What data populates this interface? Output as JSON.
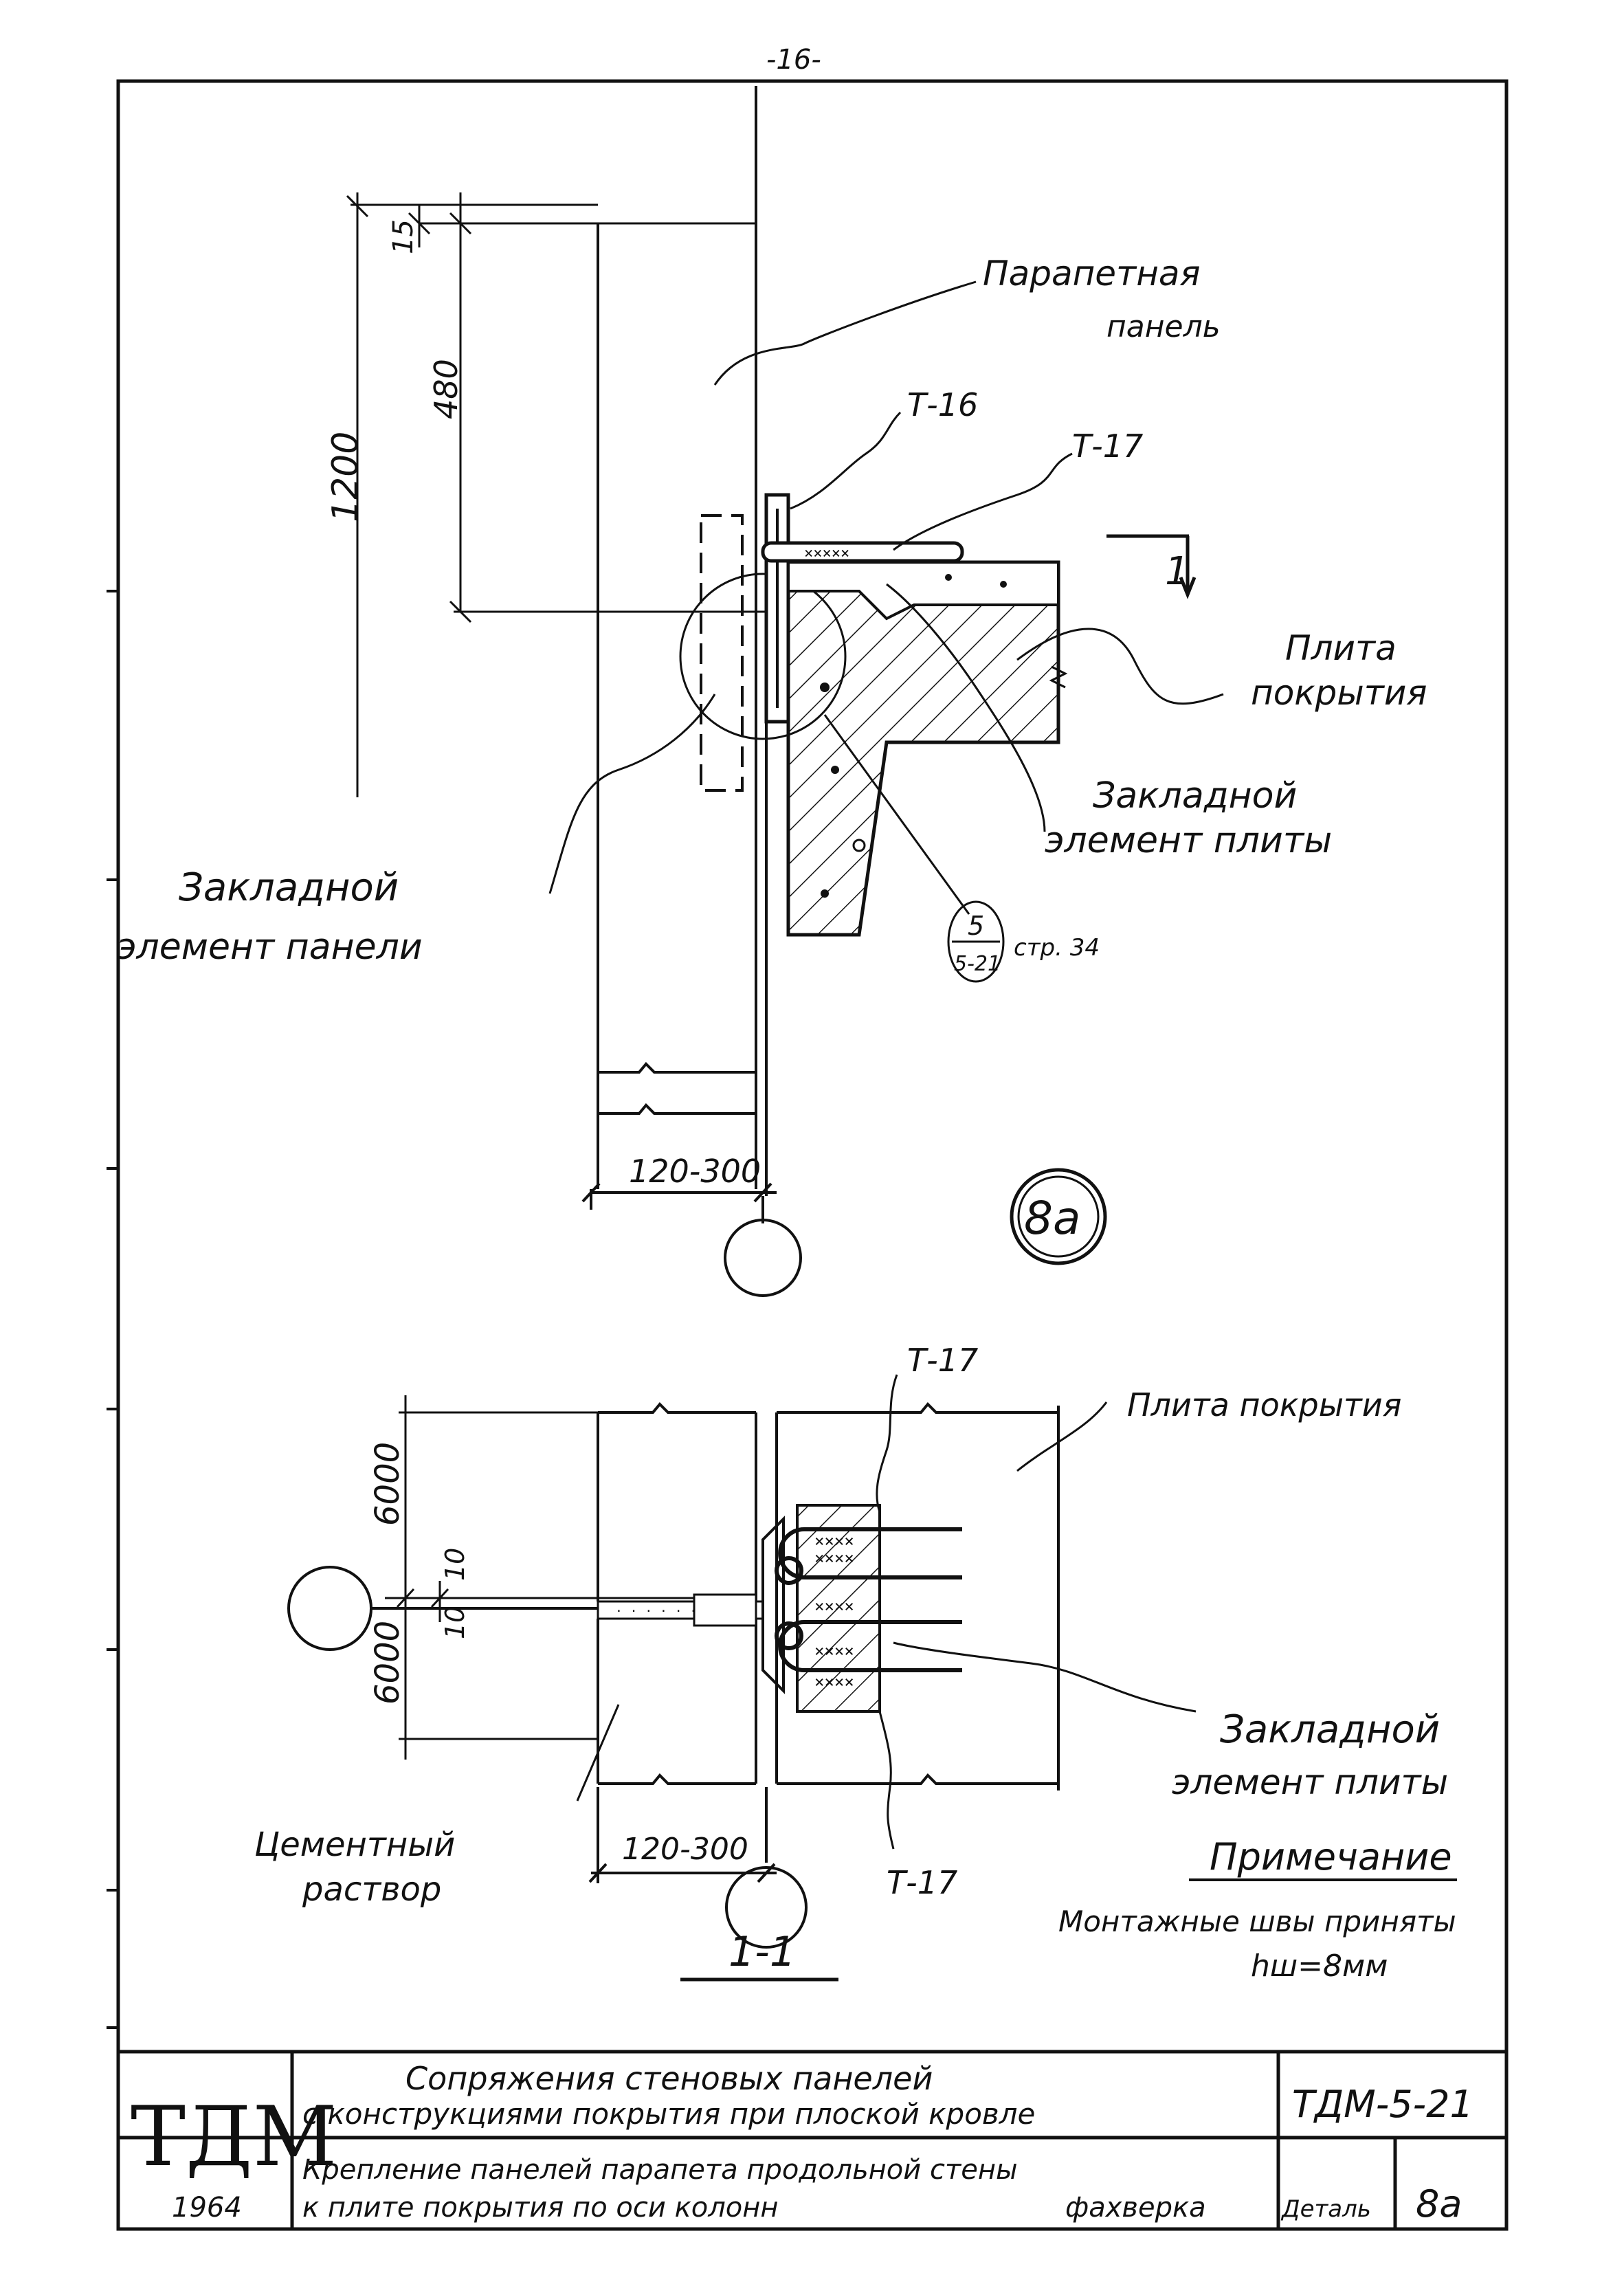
{
  "page_number": "-16-",
  "upper_view": {
    "dim_total": "1200",
    "dim_top": "15",
    "dim_parapet": "480",
    "dim_panel_width": "120-300",
    "label_parapet_panel_l1": "Парапетная",
    "label_parapet_panel_l2": "панель",
    "label_t16": "Т-16",
    "label_t17": "Т-17",
    "section_mark": "1",
    "label_slab_l1": "Плита",
    "label_slab_l2": "покрытия",
    "label_slab_embed_l1": "Закладной",
    "label_slab_embed_l2": "элемент плиты",
    "label_panel_embed_l1": "Закладной",
    "label_panel_embed_l2": "элемент панели",
    "callout_top": "5",
    "callout_bottom": "5-21",
    "callout_page": "стр. 34",
    "detail_mark": "8а"
  },
  "section_view": {
    "dim_upper": "6000",
    "dim_lower": "6000",
    "dim_gap_1": "10",
    "dim_gap_2": "10",
    "dim_panel_width": "120-300",
    "label_t17_top": "Т-17",
    "label_t17_bottom": "Т-17",
    "label_slab": "Плита покрытия",
    "label_embed_l1": "Закладной",
    "label_embed_l2": "элемент плиты",
    "label_mortar_l1": "Цементный",
    "label_mortar_l2": "раствор",
    "section_title": "1-1"
  },
  "note": {
    "title": "Примечание",
    "line1": "Монтажные швы приняты",
    "line2": "hш=8мм"
  },
  "title_block": {
    "logo": "ТДМ",
    "year": "1964",
    "title_l1": "Сопряжения стеновых панелей",
    "title_l2": "с конструкциями покрытия при плоской кровле",
    "subtitle_l1": "Крепление панелей парапета продольной стены",
    "subtitle_l2": "к плите покрытия по оси колонн",
    "subtitle_l2b": "фахверка",
    "doc_code": "ТДМ-5-21",
    "detail_label": "Деталь",
    "detail_value": "8а"
  }
}
